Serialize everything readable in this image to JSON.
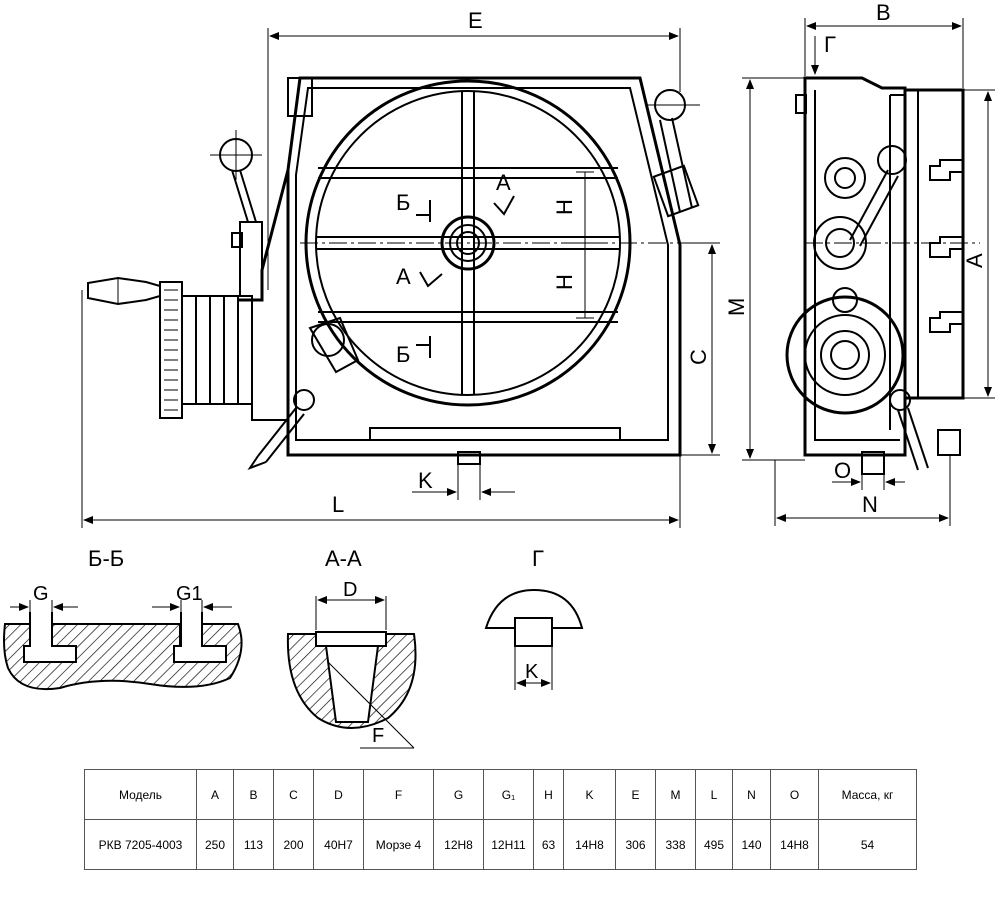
{
  "drawing": {
    "front_view": {
      "dim_E": "E",
      "dim_L": "L",
      "dim_C": "C",
      "dim_K": "K",
      "section_b_top": "Б",
      "section_b_bottom": "Б",
      "section_a_right": "А",
      "section_a_left": "А",
      "dim_H_top": "Н",
      "dim_H_bottom": "Н"
    },
    "side_view": {
      "dim_B": "B",
      "view_g": "Г",
      "dim_M": "M",
      "dim_A": "A",
      "dim_O": "O",
      "dim_N": "N"
    },
    "section_bb": {
      "title": "Б-Б",
      "dim_G": "G",
      "dim_G1": "G1"
    },
    "section_aa": {
      "title": "А-А",
      "dim_D": "D",
      "dim_F": "F"
    },
    "view_g_detail": {
      "title": "Г",
      "dim_K": "K"
    }
  },
  "table": {
    "headers": [
      "Модель",
      "A",
      "B",
      "C",
      "D",
      "F",
      "G",
      "G₁",
      "H",
      "K",
      "E",
      "M",
      "L",
      "N",
      "O",
      "Масса, кг"
    ],
    "row": [
      "РКВ 7205-4003",
      "250",
      "113",
      "200",
      "40Н7",
      "Морзе 4",
      "12Н8",
      "12Н11",
      "63",
      "14Н8",
      "306",
      "338",
      "495",
      "140",
      "14Н8",
      "54"
    ]
  }
}
